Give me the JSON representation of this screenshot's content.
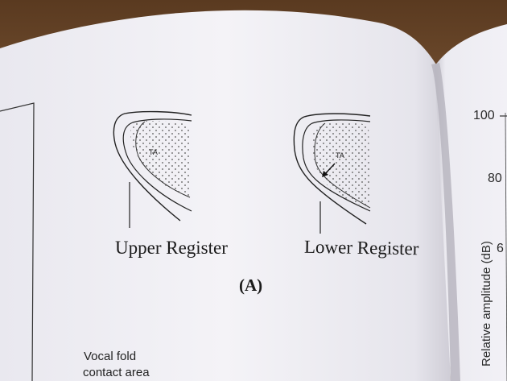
{
  "figure": {
    "panel_left": {
      "region_label": "TA",
      "caption": "Upper Register"
    },
    "panel_right": {
      "region_label": "TA",
      "caption": "Lower Register"
    },
    "panel_tag": "(A)",
    "bottom_label_line1": "Vocal fold",
    "bottom_label_line2": "contact area"
  },
  "facing_page": {
    "tick_100": "100",
    "tick_80": "80",
    "tick_60": "6",
    "axis_title": "Relative amplitude (dB)"
  },
  "colors": {
    "wood": "#6b4a2b",
    "page": "#f3f2f6",
    "ink": "#1b1b1b"
  }
}
